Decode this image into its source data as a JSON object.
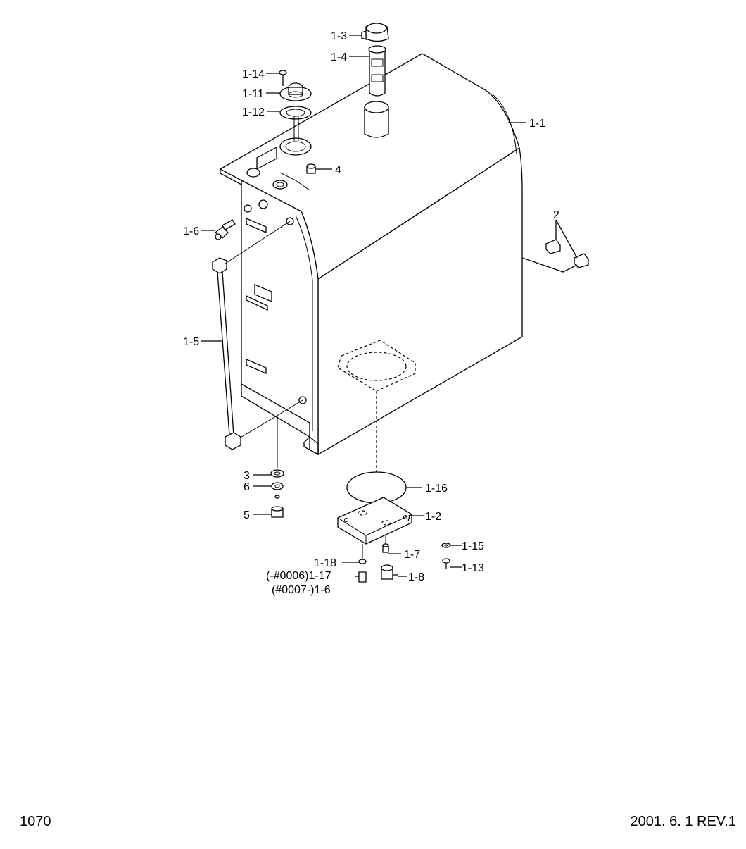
{
  "labels": {
    "p1_1": "1-1",
    "p1_2": "1-2",
    "p1_3": "1-3",
    "p1_4": "1-4",
    "p1_5": "1-5",
    "p1_6": "1-6",
    "p1_7": "1-7",
    "p1_8": "1-8",
    "p1_11": "1-11",
    "p1_12": "1-12",
    "p1_13": "1-13",
    "p1_14": "1-14",
    "p1_15": "1-15",
    "p1_16": "1-16",
    "p1_17": "(-#0006)1-17",
    "p1_6b": "(#0007-)1-6",
    "p1_18": "1-18",
    "p2": "2",
    "p3": "3",
    "p4": "4",
    "p5": "5",
    "p6": "6"
  },
  "footer": {
    "page_number": "1070",
    "revision": "2001. 6. 1 REV.1"
  }
}
